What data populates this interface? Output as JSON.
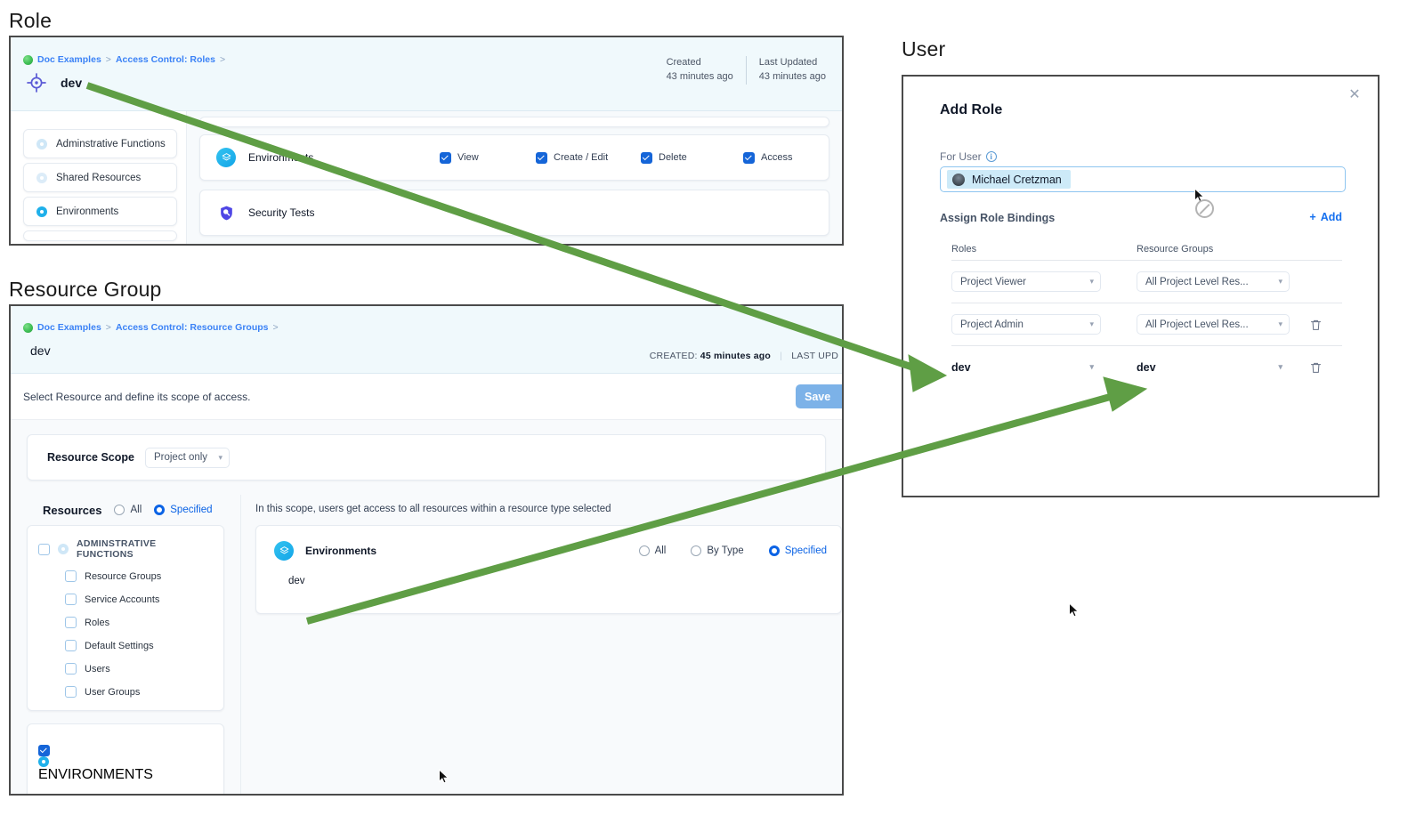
{
  "labels": {
    "role_section": "Role",
    "resource_group_section": "Resource Group",
    "user_section": "User"
  },
  "role_panel": {
    "breadcrumb": {
      "root": "Doc Examples",
      "second": "Access Control: Roles",
      "sep": ">"
    },
    "name": "dev",
    "meta": {
      "created_label": "Created",
      "created_value": "43 minutes ago",
      "updated_label": "Last Updated",
      "updated_value": "43 minutes ago"
    },
    "sidebar": [
      {
        "label": "Adminstrative Functions",
        "icon": "dot-icon",
        "tone": "pale"
      },
      {
        "label": "Shared Resources",
        "icon": "dot-icon",
        "tone": "palest"
      },
      {
        "label": "Environments",
        "icon": "dot-icon",
        "tone": "cyan"
      }
    ],
    "permission_rows": [
      {
        "name": "Environments",
        "icon": "layers-icon",
        "checks": [
          {
            "label": "View",
            "checked": true
          },
          {
            "label": "Create / Edit",
            "checked": true
          },
          {
            "label": "Delete",
            "checked": true
          },
          {
            "label": "Access",
            "checked": true
          }
        ]
      },
      {
        "name": "Security Tests",
        "icon": "shield-search-icon",
        "checks": []
      }
    ]
  },
  "resource_group_panel": {
    "breadcrumb": {
      "root": "Doc Examples",
      "second": "Access Control: Resource Groups",
      "sep": ">"
    },
    "name": "dev",
    "meta": {
      "created_label": "CREATED:",
      "created_value": "45 minutes ago",
      "updated_label": "LAST UPD"
    },
    "subtitle": "Select Resource and define its scope of access.",
    "save_label": "Save",
    "scope": {
      "label": "Resource Scope",
      "value": "Project only"
    },
    "resources": {
      "title": "Resources",
      "mode_all": "All",
      "mode_specified": "Specified",
      "selected_mode": "Specified",
      "groups": [
        {
          "label": "ADMINSTRATIVE FUNCTIONS",
          "checked": false,
          "icon": "dot-icon",
          "tone": "pale",
          "children": [
            {
              "label": "Resource Groups",
              "checked": false
            },
            {
              "label": "Service Accounts",
              "checked": false
            },
            {
              "label": "Roles",
              "checked": false
            },
            {
              "label": "Default Settings",
              "checked": false
            },
            {
              "label": "Users",
              "checked": false
            },
            {
              "label": "User Groups",
              "checked": false
            }
          ]
        },
        {
          "label": "ENVIRONMENTS",
          "checked": true,
          "icon": "dot-icon",
          "tone": "cyan",
          "children": []
        }
      ]
    },
    "scope_panel": {
      "note": "In this scope, users get access to all resources within a resource type selected",
      "row": {
        "name": "Environments",
        "icon": "layers-icon",
        "modes": [
          "All",
          "By Type",
          "Specified"
        ],
        "selected_mode": "Specified",
        "value": "dev"
      }
    }
  },
  "user_panel": {
    "title": "Add Role",
    "close_icon": "close-icon",
    "for_user_label": "For User",
    "info_icon": "info-icon",
    "selected_user": "Michael Cretzman",
    "bindings_label": "Assign Role Bindings",
    "add_label": "Add",
    "columns": {
      "roles": "Roles",
      "resource_groups": "Resource Groups"
    },
    "rows": [
      {
        "role": "Project Viewer",
        "resource_group": "All Project Level Res...",
        "style": "muted",
        "deletable": false
      },
      {
        "role": "Project Admin",
        "resource_group": "All Project Level Res...",
        "style": "muted",
        "deletable": true
      },
      {
        "role": "dev",
        "resource_group": "dev",
        "style": "plain",
        "deletable": true
      }
    ]
  },
  "colors": {
    "accent_blue": "#1570ef",
    "arrow_green": "#5f9e45",
    "header_bg": "#f0f9fc",
    "cyan_icon": "#12a5e8",
    "save_button": "#7cb2e8"
  },
  "annotations": {
    "arrows": [
      {
        "from": "role-dev-name",
        "to": "user-binding-role-dev"
      },
      {
        "from": "resource-group-dev-value",
        "to": "user-binding-resourcegroup-dev"
      }
    ]
  }
}
